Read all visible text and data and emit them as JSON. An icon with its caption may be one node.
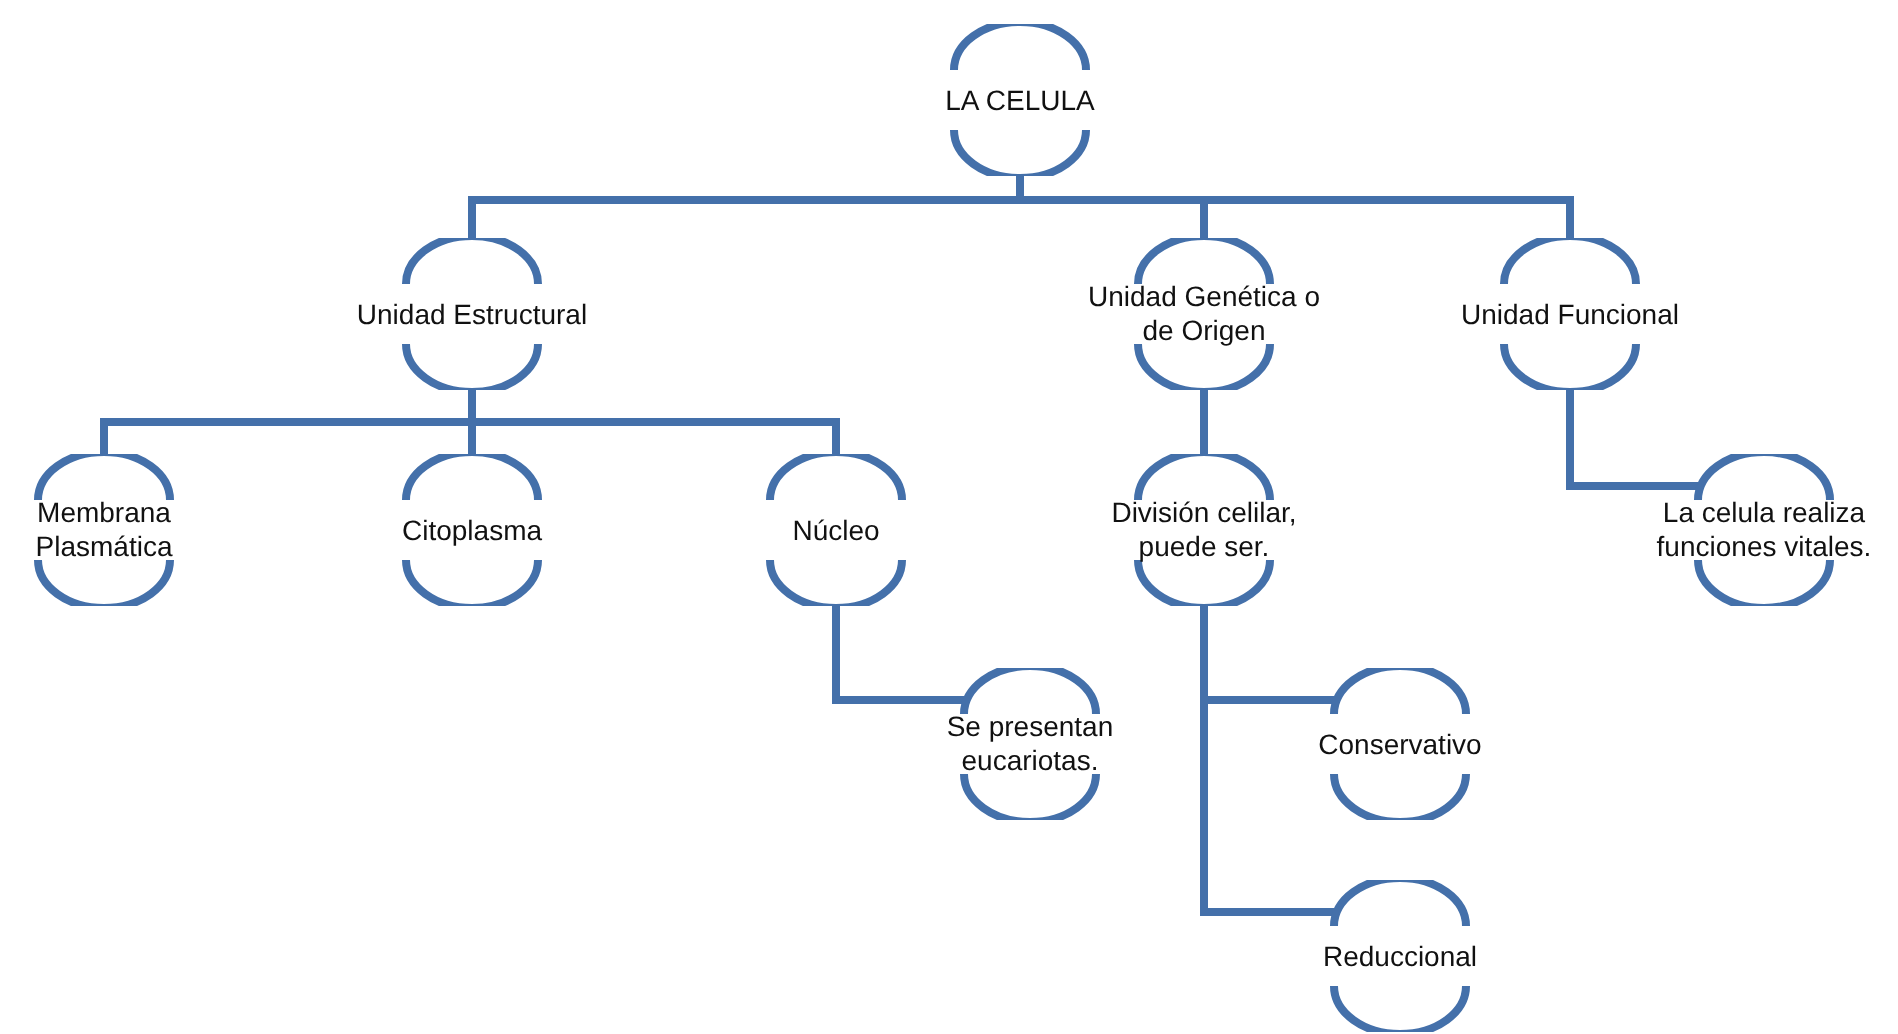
{
  "diagram": {
    "nodes": [
      {
        "text": [
          "LA CELULA"
        ]
      },
      {
        "text": [
          "Unidad Estructural"
        ]
      },
      {
        "text": [
          "Unidad Genética o de Origen"
        ]
      },
      {
        "text": [
          "Unidad Funcional"
        ]
      },
      {
        "text": [
          "Membrana Plasmática"
        ]
      },
      {
        "text": [
          "Citoplasma"
        ]
      },
      {
        "text": [
          "Núcleo"
        ]
      },
      {
        "text": [
          "Se presentan eucariotas."
        ]
      },
      {
        "text": [
          "División celilar, puede ser."
        ]
      },
      {
        "text": [
          "Conservativo"
        ]
      },
      {
        "text": [
          "Reduccional"
        ]
      },
      {
        "text": [
          "La celula realiza funciones vitales."
        ]
      }
    ],
    "edges": [
      {
        "from": 0,
        "to": 1,
        "arrow": "none"
      },
      {
        "from": 0,
        "to": 2,
        "arrow": "none"
      },
      {
        "from": 0,
        "to": 3,
        "arrow": "none"
      },
      {
        "from": 1,
        "to": 4,
        "arrow": "none"
      },
      {
        "from": 1,
        "to": 5,
        "arrow": "none"
      },
      {
        "from": 1,
        "to": 6,
        "arrow": "none"
      },
      {
        "from": 2,
        "to": 8,
        "arrow": "none"
      },
      {
        "from": 3,
        "to": 11,
        "arrow": "none"
      },
      {
        "from": 6,
        "to": 7,
        "arrow": "none"
      },
      {
        "from": 8,
        "to": 9,
        "arrow": "none"
      },
      {
        "from": 8,
        "to": 10,
        "arrow": "none"
      }
    ]
  }
}
